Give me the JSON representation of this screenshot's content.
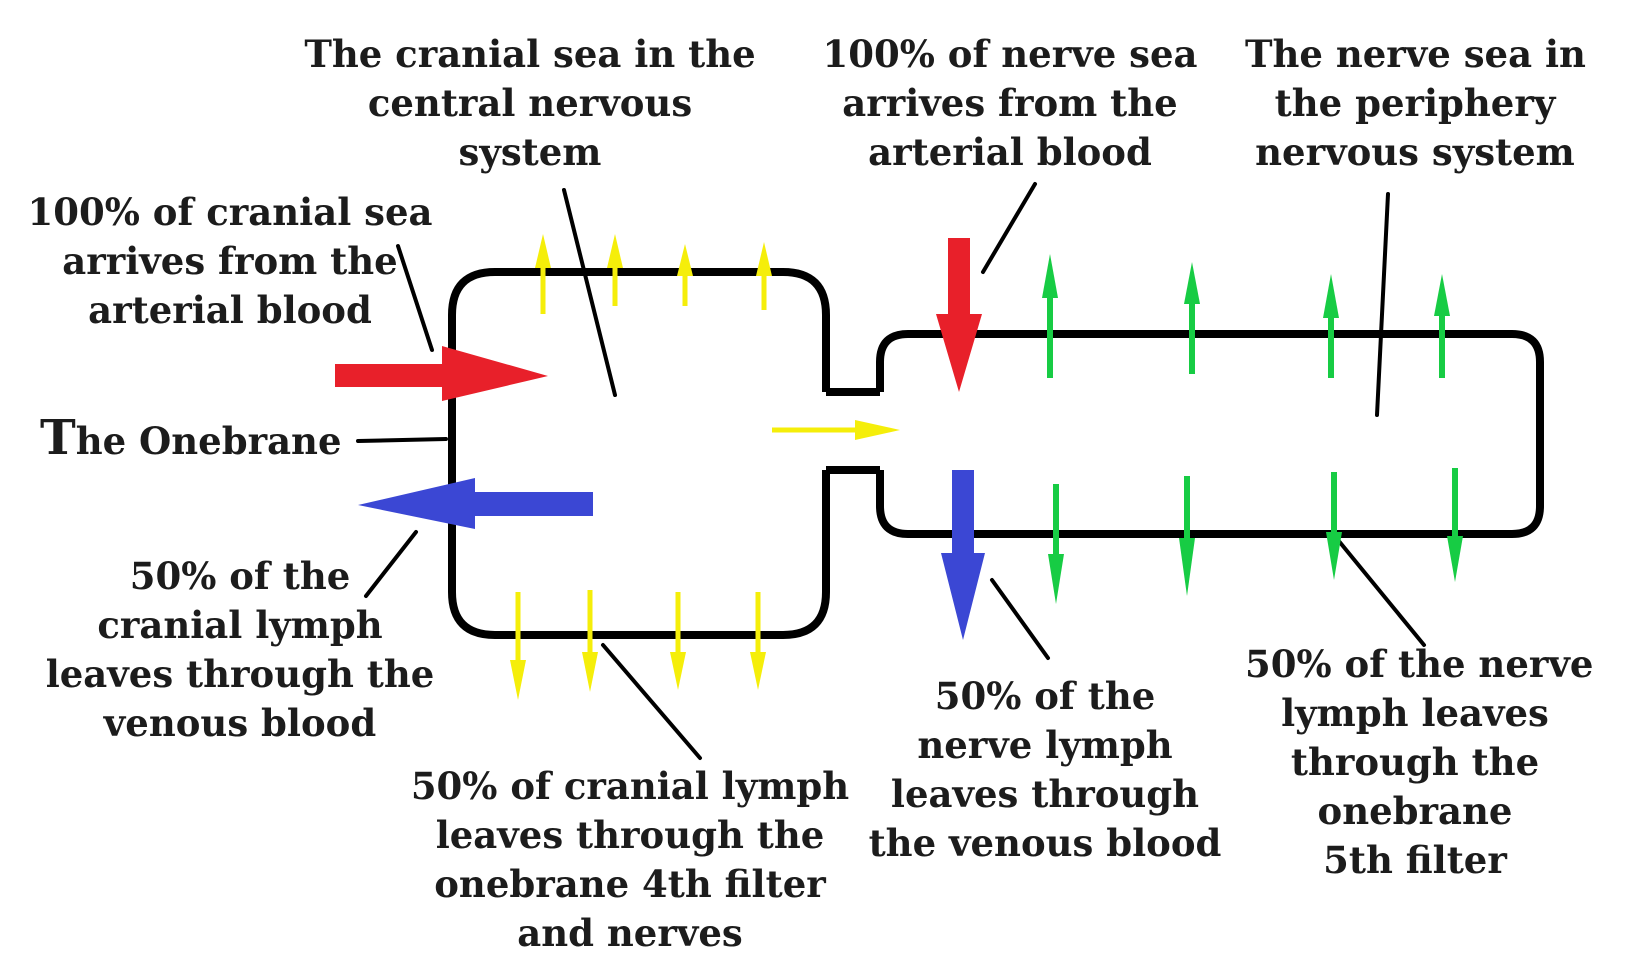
{
  "labels": {
    "cranial_sea": [
      "The cranial sea in the",
      "central nervous",
      "system"
    ],
    "cranial_arrive": [
      "100% of cranial sea",
      "arrives from the",
      "arterial blood"
    ],
    "nerve_arrive": [
      "100% of nerve sea",
      "arrives from the",
      "arterial blood"
    ],
    "nerve_sea": [
      "The nerve sea in",
      "the periphery",
      "nervous system"
    ],
    "onebrane_initial": "T",
    "onebrane_rest": "he Onebrane",
    "cranial_venous": [
      "50% of the",
      "cranial lymph",
      "leaves through the",
      "venous blood"
    ],
    "cranial_onebrane": [
      "50% of cranial lymph",
      "leaves through the",
      "onebrane 4th filter",
      "and nerves"
    ],
    "nerve_venous": [
      "50% of the",
      "nerve lymph",
      "leaves through",
      "the venous blood"
    ],
    "nerve_onebrane": [
      "50% of the nerve",
      "lymph leaves",
      "through the",
      "onebrane",
      "5th filter"
    ]
  },
  "colors": {
    "outline": "#000000",
    "arterial": "#e8202a",
    "venous": "#3b47d4",
    "cranial_lymph": "#f5ee0a",
    "nerve_lymph": "#17cc44"
  }
}
